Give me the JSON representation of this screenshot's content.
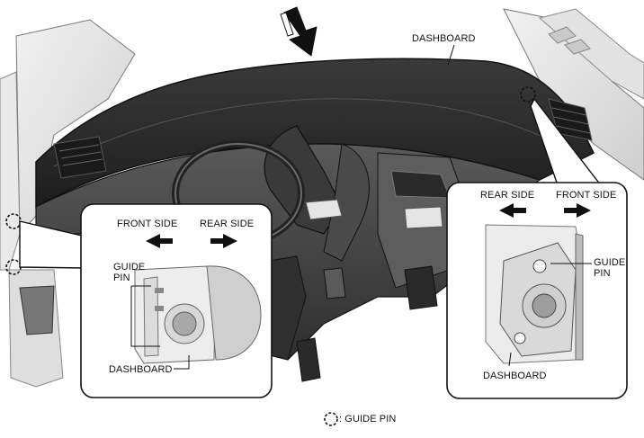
{
  "labels": {
    "dashboard_top": "DASHBOARD",
    "left_inset": {
      "front_side": "FRONT SIDE",
      "rear_side": "REAR SIDE",
      "guide_pin": "GUIDE PIN",
      "dashboard": "DASHBOARD"
    },
    "right_inset": {
      "rear_side": "REAR SIDE",
      "front_side": "FRONT SIDE",
      "guide_pin": "GUIDE PIN",
      "dashboard": "DASHBOARD"
    },
    "legend": ": GUIDE PIN"
  },
  "icons": {
    "install_direction": "down-arrow-icon",
    "direction_left": "left-arrow-icon",
    "direction_right": "right-arrow-icon",
    "guide_pin_marker": "dashed-circle-icon"
  },
  "colors": {
    "line": "#111111",
    "dashboard_dark": "#2b2b2b",
    "panel_mid": "#8a8a8a",
    "panel_light": "#d8d8d8",
    "inset_border": "#222222"
  }
}
